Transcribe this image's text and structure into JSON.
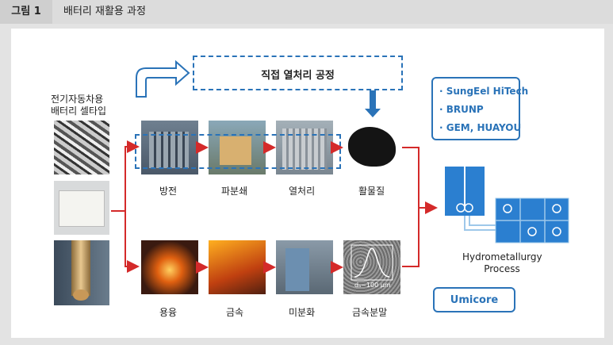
{
  "header": {
    "figure_label": "그림 1",
    "title": "배터리 재활용 과정"
  },
  "source": {
    "line1": "전기자동차용",
    "line2": "배터리 셀타입"
  },
  "direct": {
    "label": "직접 열처리 공정"
  },
  "top_steps": [
    "방전",
    "파분쇄",
    "열처리",
    "활물질"
  ],
  "bottom_steps": [
    "용융",
    "금속",
    "미분화",
    "금속분말"
  ],
  "powder_annotation": "dₐ~100 μm",
  "companies_top": [
    "· SungEel HiTech",
    "· BRUNP",
    "· GEM, HUAYOU"
  ],
  "company_bottom": "Umicore",
  "hydro": {
    "line1": "Hydrometallurgy",
    "line2": "Process"
  },
  "colors": {
    "blue": "#2a73b8",
    "red": "#d42a2a",
    "tank": "#2b7fd0"
  }
}
